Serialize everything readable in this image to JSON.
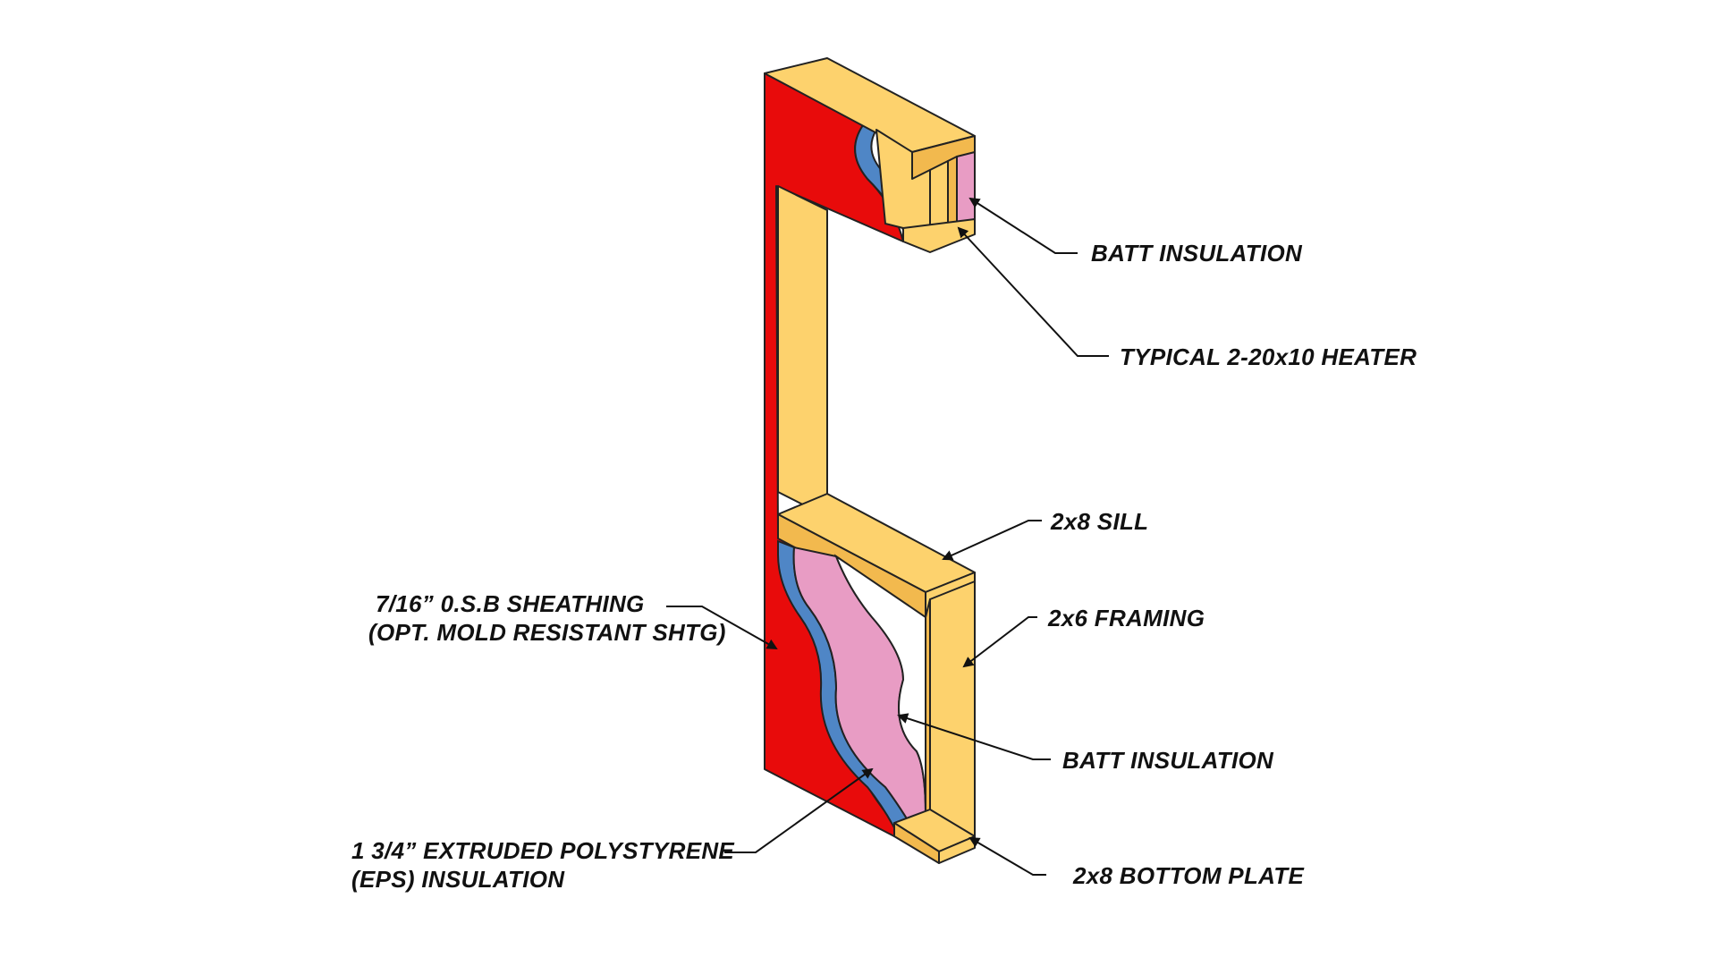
{
  "labels": {
    "batt_top": "BATT INSULATION",
    "header": "TYPICAL 2-20x10 HEATER",
    "sill": "2x8 SILL",
    "framing": "2x6 FRAMING",
    "sheathing_line1": "7/16” 0.S.B SHEATHING",
    "sheathing_line2": "(OPT. MOLD RESISTANT SHTG)",
    "batt_bottom": "BATT INSULATION",
    "eps_line1": "1 3/4” EXTRUDED POLYSTYRENE",
    "eps_line2": "(EPS) INSULATION",
    "bottom_plate": "2x8 BOTTOM PLATE"
  },
  "colors": {
    "sheathing": "#e80b0b",
    "wood": "#fdd26d",
    "wood_dark": "#f2b94e",
    "eps": "#4f86c6",
    "batt": "#e89cc4",
    "line": "#111111"
  }
}
